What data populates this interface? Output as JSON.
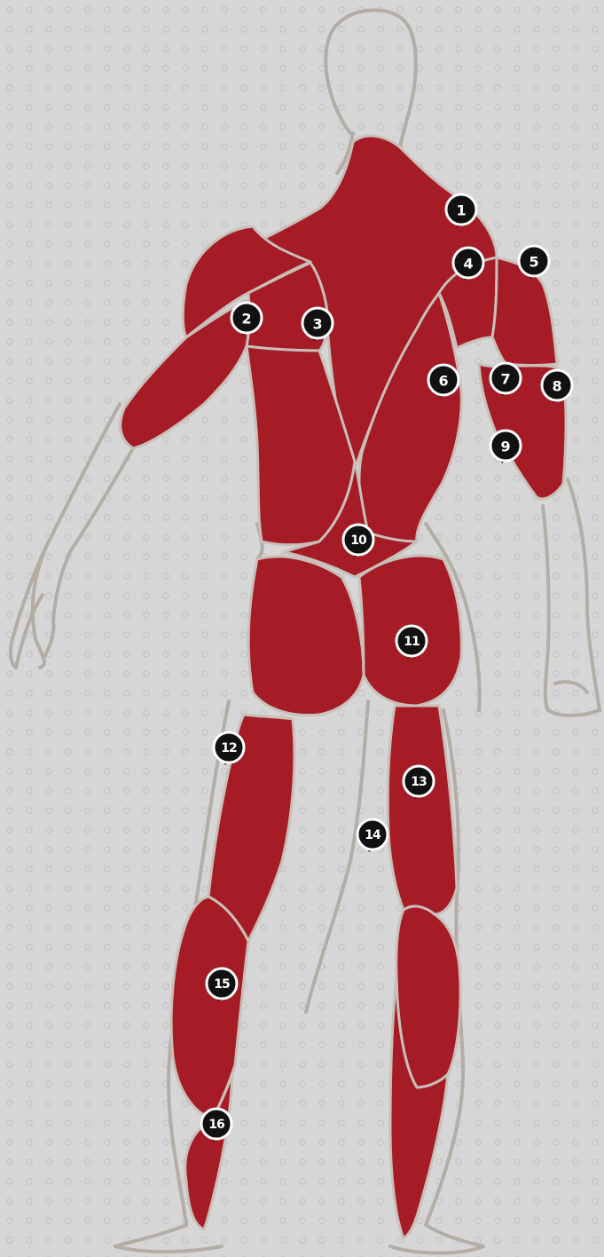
{
  "colors": {
    "background": "#d6d6d6",
    "dot": "#c9c9c9",
    "outline": "#b3ada5",
    "muscle": "#a51c26",
    "muscle_line": "#c9bfb8",
    "marker_fill": "#111111",
    "marker_ring": "#ffffff"
  },
  "markers": [
    {
      "id": "m1",
      "label": "1"
    },
    {
      "id": "m2",
      "label": "2"
    },
    {
      "id": "m3",
      "label": "3"
    },
    {
      "id": "m4",
      "label": "4"
    },
    {
      "id": "m5",
      "label": "5"
    },
    {
      "id": "m6",
      "label": "6"
    },
    {
      "id": "m7",
      "label": "7"
    },
    {
      "id": "m8",
      "label": "8"
    },
    {
      "id": "m9",
      "label": "9"
    },
    {
      "id": "m10",
      "label": "10"
    },
    {
      "id": "m11",
      "label": "11"
    },
    {
      "id": "m12",
      "label": "12"
    },
    {
      "id": "m13",
      "label": "13"
    },
    {
      "id": "m14",
      "label": "14"
    },
    {
      "id": "m15",
      "label": "15"
    },
    {
      "id": "m16",
      "label": "16"
    }
  ]
}
